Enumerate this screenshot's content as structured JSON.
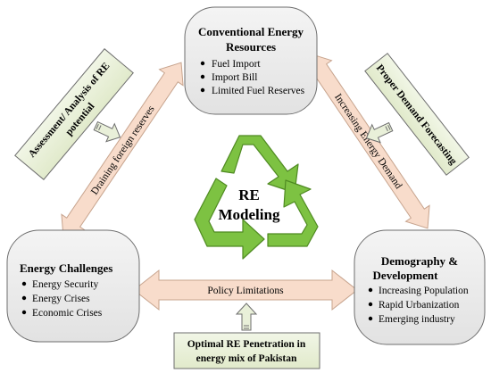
{
  "center": {
    "line1": "RE",
    "line2": "Modeling"
  },
  "nodes": {
    "top": {
      "title_line1": "Conventional Energy",
      "title_line2": "Resources",
      "items": [
        "Fuel Import",
        "Import Bill",
        "Limited Fuel Reserves"
      ]
    },
    "left": {
      "title": "Energy Challenges",
      "items": [
        "Energy Security",
        "Energy Crises",
        "Economic Crises"
      ]
    },
    "right": {
      "title_line1": "Demography &",
      "title_line2": "Development",
      "items": [
        "Increasing Population",
        "Rapid Urbanization",
        "Emerging industry"
      ]
    }
  },
  "arrows": {
    "left_diagonal": "Draining foreign reserves",
    "right_diagonal": "Increasing Energy Demand",
    "bottom": "Policy Limitations"
  },
  "side_boxes": {
    "left": {
      "line1": "Assessment/ Analysis of RE",
      "line2": "potential"
    },
    "right": {
      "line1": "Proper Demand Forecasting"
    },
    "bottom": {
      "line1": "Optimal RE Penetration in",
      "line2": "energy mix of Pakistan"
    }
  },
  "colors": {
    "node_fill": "#ececec",
    "arrow_fill": "#f8dccb",
    "side_box_fill": "#e9f0d9",
    "recycle_green": "#7dc242"
  }
}
